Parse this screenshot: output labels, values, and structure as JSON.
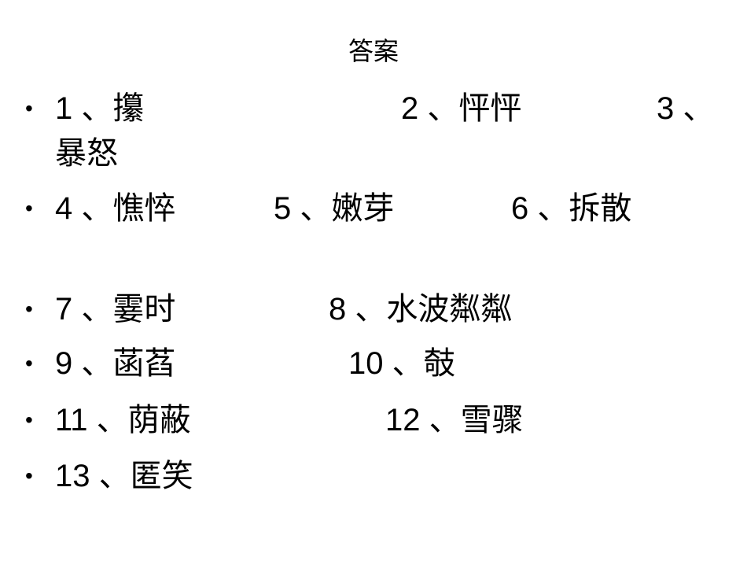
{
  "title": "答案",
  "answers": [
    {
      "num": "1",
      "sep": "、",
      "word": "攥"
    },
    {
      "num": "2",
      "sep": "、",
      "word": "怦怦"
    },
    {
      "num": "3",
      "sep": "、",
      "word": "暴怒"
    },
    {
      "num": "4",
      "sep": "、",
      "word": "憔悴"
    },
    {
      "num": "5",
      "sep": "、",
      "word": "嫩芽"
    },
    {
      "num": "6",
      "sep": "、",
      "word": "拆散"
    },
    {
      "num": "7",
      "sep": "、",
      "word": "霎时"
    },
    {
      "num": "8",
      "sep": "、",
      "word": "水波粼粼"
    },
    {
      "num": "9",
      "sep": "、",
      "word": "菡萏"
    },
    {
      "num": "10",
      "sep": "、",
      "word": "攲"
    },
    {
      "num": "11",
      "sep": "、",
      "word": "荫蔽"
    },
    {
      "num": "12",
      "sep": "、",
      "word": "雪骤"
    },
    {
      "num": "13",
      "sep": "、",
      "word": "匿笑"
    }
  ],
  "bullet": "•"
}
